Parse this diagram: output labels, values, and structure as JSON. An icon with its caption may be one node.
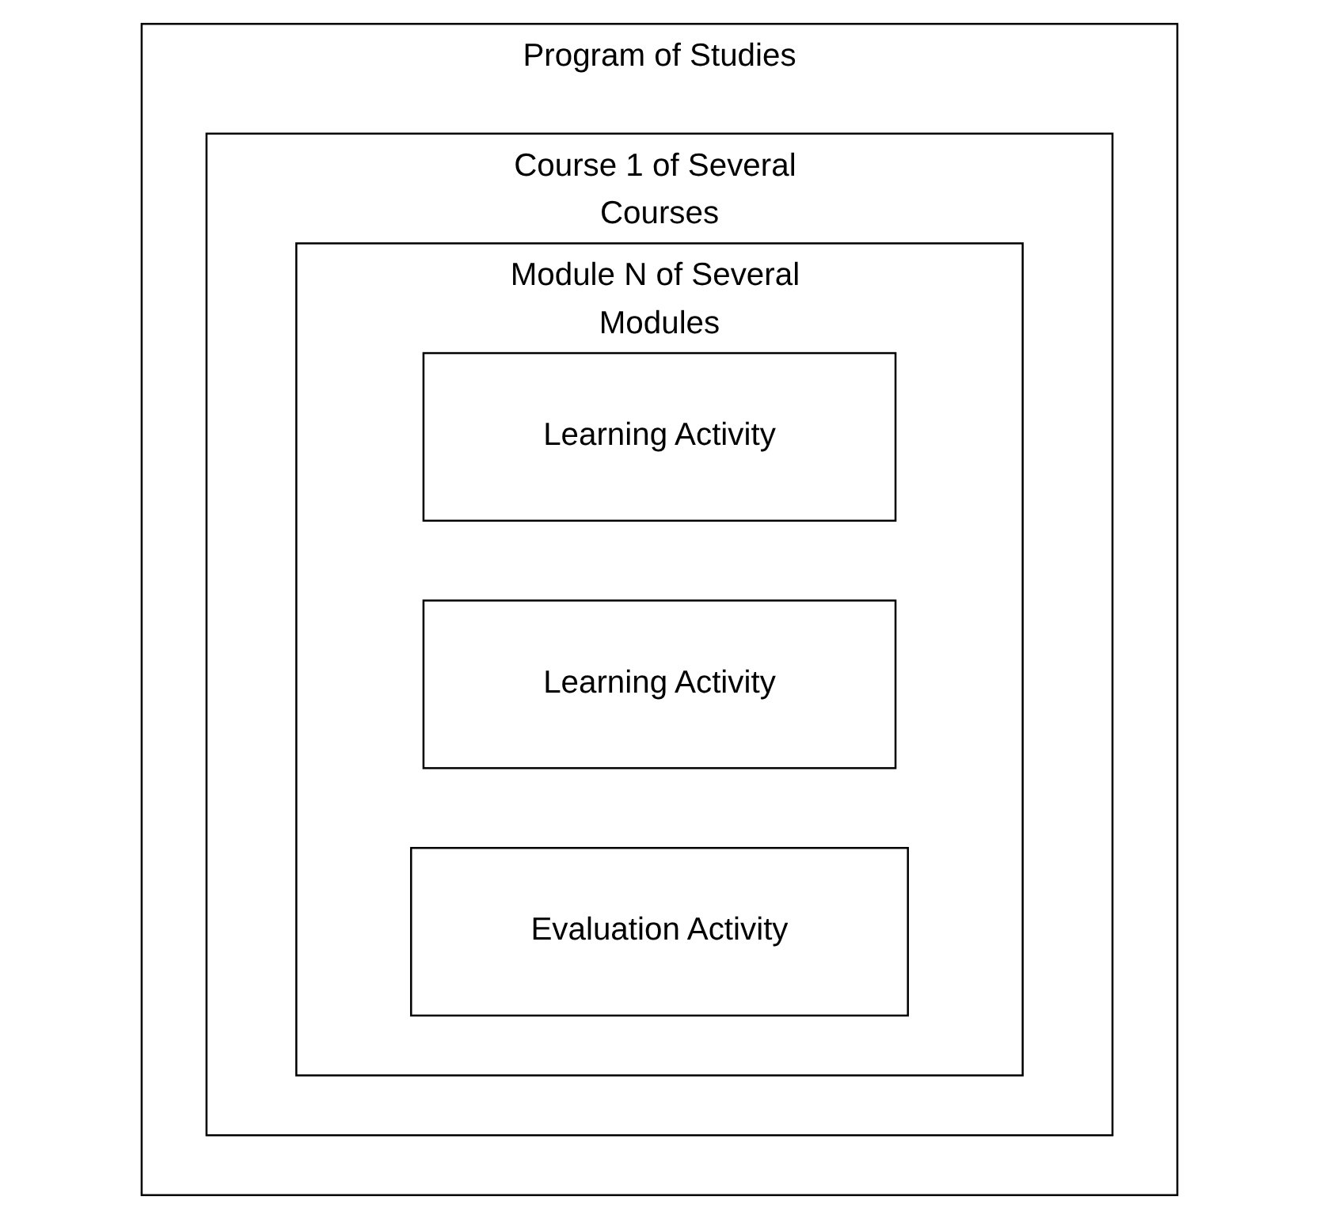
{
  "diagram": {
    "nodes": [
      {
        "text": [
          "Program of Studies"
        ]
      },
      {
        "text": [
          "Course 1 of Several Courses"
        ],
        "in": 0
      },
      {
        "text": [
          "Module N of Several Modules"
        ],
        "in": 1
      },
      {
        "text": [
          "Learning Activity"
        ],
        "in": 2
      },
      {
        "text": [
          "Learning Activity"
        ],
        "in": 2
      },
      {
        "text": [
          "Evaluation Activity"
        ],
        "in": 2
      }
    ]
  }
}
